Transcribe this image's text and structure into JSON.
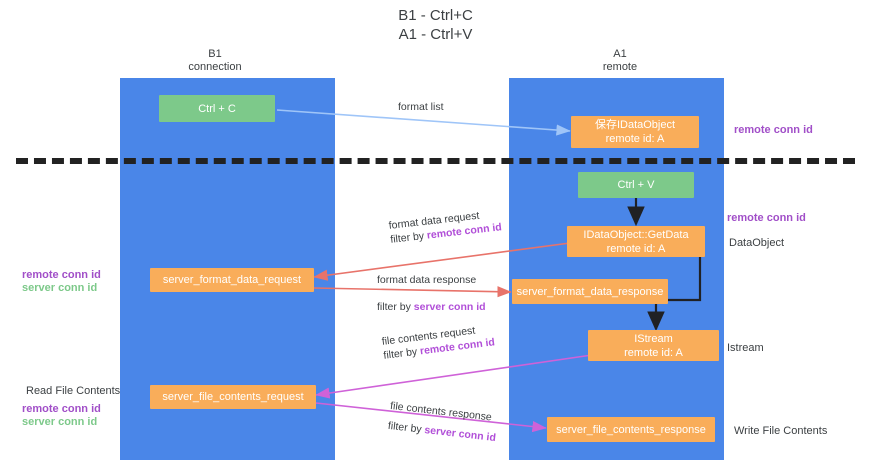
{
  "title": {
    "line1": "B1 - Ctrl+C",
    "line2": "A1 - Ctrl+V"
  },
  "lanes": [
    {
      "name": "B1",
      "sub": "connection"
    },
    {
      "name": "A1",
      "sub": "remote"
    }
  ],
  "nodes": {
    "ctrl_c": {
      "label": "Ctrl + C"
    },
    "ctrl_v": {
      "label": "Ctrl + V"
    },
    "idataobject": {
      "line1": "保存IDataObject",
      "line2": "remote id: A"
    },
    "getdata": {
      "line1": "IDataObject::GetData",
      "line2": "remote id: A"
    },
    "istream": {
      "line1": "IStream",
      "line2": "remote id: A"
    },
    "fmt_req": {
      "label": "server_format_data_request"
    },
    "fmt_res": {
      "label": "server_format_data_response"
    },
    "file_req": {
      "label": "server_file_contents_request"
    },
    "file_res": {
      "label": "server_file_contents_response"
    }
  },
  "edges": {
    "format_list": {
      "label": "format list"
    },
    "format_data_request": {
      "l1": "format data request",
      "l2_prefix": "filter by ",
      "l2_key": "remote conn id"
    },
    "format_data_response": {
      "l1": "format data response",
      "l2_prefix": "filter by ",
      "l2_key": "server conn id"
    },
    "file_contents_request": {
      "l1": "file contents request",
      "l2_prefix": "filter by ",
      "l2_key": "remote conn id"
    },
    "file_contents_response": {
      "l1": "file contents response",
      "l2_prefix": "filter by ",
      "l2_key": "server conn id"
    }
  },
  "annotations": {
    "right_top_remote": "remote conn id",
    "right_mid_remote": "remote conn id",
    "right_dataobject": "DataObject",
    "right_istream": "Istream",
    "right_write_file": "Write File Contents",
    "left_remote_1": "remote conn id",
    "left_server_1": "server conn id",
    "left_read_file": "Read File Contents",
    "left_remote_2": "remote conn id",
    "left_server_2": "server conn id"
  },
  "colors": {
    "lane": "#4a86e8",
    "green_node": "#7dc98a",
    "orange_node": "#f9ad5a",
    "purple_text": "#a14fc8",
    "green_text": "#7dc98a",
    "arrow_blue": "#9fc5f8",
    "arrow_red": "#e8736a",
    "arrow_magenta": "#cf62d8",
    "arrow_black": "#202124",
    "separator": "#222222"
  }
}
